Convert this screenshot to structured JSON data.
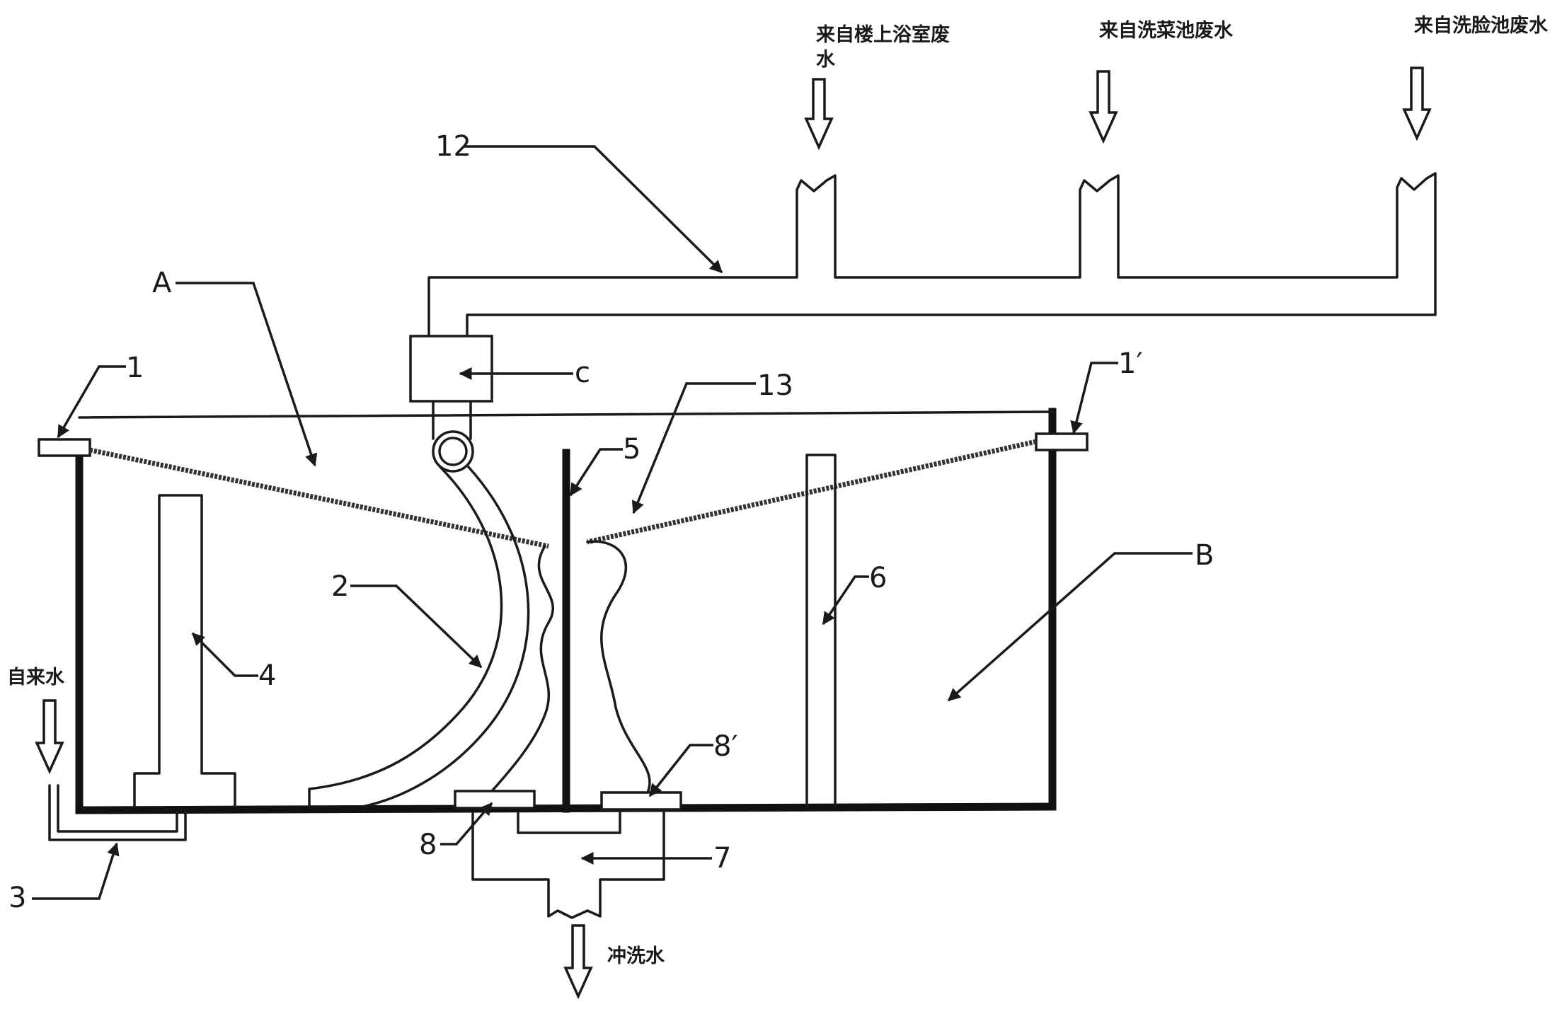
{
  "sources": {
    "bath": {
      "line1": "来自楼上浴室废",
      "line2": "水"
    },
    "vegetable_sink": "来自洗菜池废水",
    "wash_basin": "来自洗脸池废水"
  },
  "inlet_label": "自来水",
  "outlet_label": "冲洗水",
  "parts": {
    "p1": "1",
    "p1prime": "1′",
    "p2": "2",
    "p3": "3",
    "p4": "4",
    "p5": "5",
    "p6": "6",
    "p7": "7",
    "p8": "8",
    "p8prime": "8′",
    "p12": "12",
    "p13": "13",
    "chamberA": "A",
    "chamberB": "B",
    "boxC": "c"
  }
}
